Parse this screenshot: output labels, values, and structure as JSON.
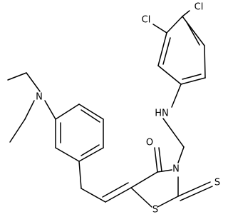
{
  "molecule": {
    "atoms": {
      "cl_top": "Cl",
      "cl_left": "Cl",
      "nh": "HN",
      "n_diethyl": "N",
      "o_carbonyl": "O",
      "n_ring": "N",
      "s_ring": "S",
      "s_thione": "S"
    }
  },
  "colors": {
    "bond": "#000000",
    "label": "#000000",
    "background": "#ffffff"
  }
}
